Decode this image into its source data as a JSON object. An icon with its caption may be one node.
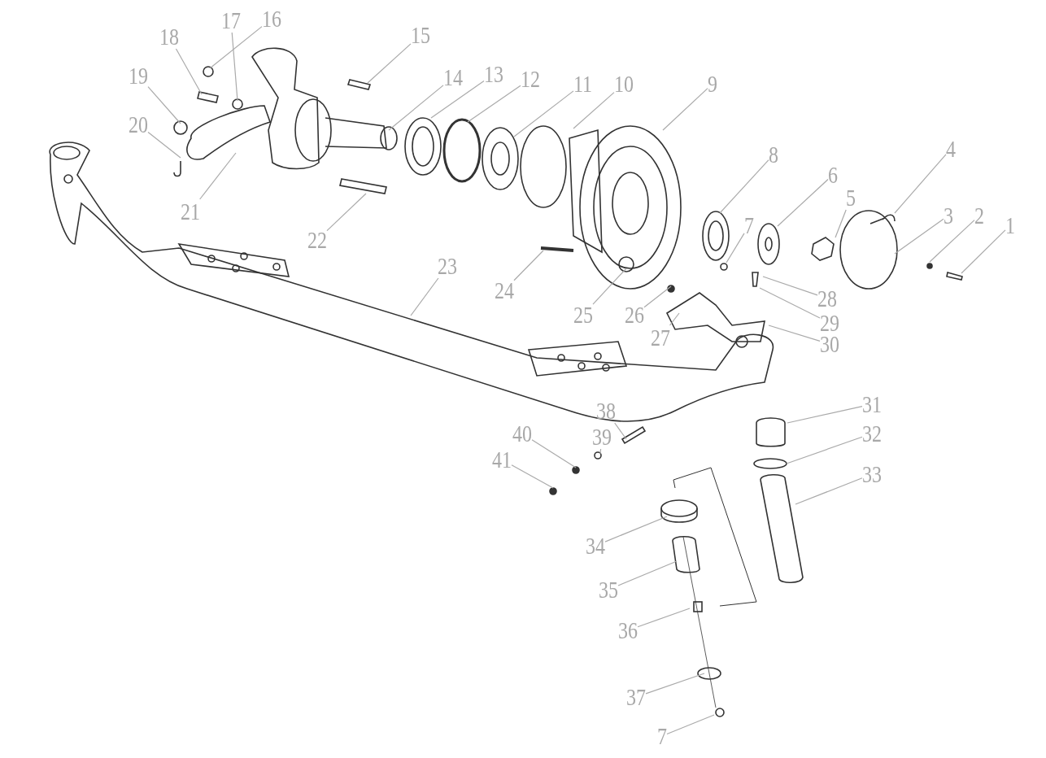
{
  "diagram": {
    "nodes": [
      {
        "text": [
          "1"
        ]
      },
      {
        "text": [
          "2"
        ]
      },
      {
        "text": [
          "3"
        ]
      },
      {
        "text": [
          "4"
        ]
      },
      {
        "text": [
          "5"
        ]
      },
      {
        "text": [
          "6"
        ]
      },
      {
        "text": [
          "7"
        ]
      },
      {
        "text": [
          "8"
        ]
      },
      {
        "text": [
          "9"
        ]
      },
      {
        "text": [
          "10"
        ]
      },
      {
        "text": [
          "11"
        ]
      },
      {
        "text": [
          "12"
        ]
      },
      {
        "text": [
          "13"
        ]
      },
      {
        "text": [
          "14"
        ]
      },
      {
        "text": [
          "15"
        ]
      },
      {
        "text": [
          "16"
        ]
      },
      {
        "text": [
          "17"
        ]
      },
      {
        "text": [
          "18"
        ]
      },
      {
        "text": [
          "19"
        ]
      },
      {
        "text": [
          "20"
        ]
      },
      {
        "text": [
          "21"
        ]
      },
      {
        "text": [
          "22"
        ]
      },
      {
        "text": [
          "23"
        ]
      },
      {
        "text": [
          "24"
        ]
      },
      {
        "text": [
          "25"
        ]
      },
      {
        "text": [
          "26"
        ]
      },
      {
        "text": [
          "27"
        ]
      },
      {
        "text": [
          "28"
        ]
      },
      {
        "text": [
          "29"
        ]
      },
      {
        "text": [
          "30"
        ]
      },
      {
        "text": [
          "31"
        ]
      },
      {
        "text": [
          "32"
        ]
      },
      {
        "text": [
          "33"
        ]
      },
      {
        "text": [
          "34"
        ]
      },
      {
        "text": [
          "35"
        ]
      },
      {
        "text": [
          "36"
        ]
      },
      {
        "text": [
          "37"
        ]
      },
      {
        "text": [
          "7"
        ]
      },
      {
        "text": [
          "38"
        ]
      },
      {
        "text": [
          "39"
        ]
      },
      {
        "text": [
          "40"
        ]
      },
      {
        "text": [
          "41"
        ]
      }
    ],
    "edges": [
      {
        "from": 0,
        "to": null,
        "arrow": "none"
      },
      {
        "from": 1,
        "to": null,
        "arrow": "none"
      },
      {
        "from": 2,
        "to": null,
        "arrow": "none"
      },
      {
        "from": 3,
        "to": null,
        "arrow": "none"
      },
      {
        "from": 4,
        "to": null,
        "arrow": "none"
      },
      {
        "from": 5,
        "to": null,
        "arrow": "none"
      },
      {
        "from": 6,
        "to": null,
        "arrow": "none"
      },
      {
        "from": 7,
        "to": null,
        "arrow": "none"
      },
      {
        "from": 8,
        "to": null,
        "arrow": "none"
      },
      {
        "from": 9,
        "to": null,
        "arrow": "none"
      },
      {
        "from": 10,
        "to": null,
        "arrow": "none"
      },
      {
        "from": 11,
        "to": null,
        "arrow": "none"
      },
      {
        "from": 12,
        "to": null,
        "arrow": "none"
      },
      {
        "from": 13,
        "to": null,
        "arrow": "none"
      },
      {
        "from": 14,
        "to": null,
        "arrow": "none"
      },
      {
        "from": 15,
        "to": null,
        "arrow": "none"
      },
      {
        "from": 16,
        "to": null,
        "arrow": "none"
      },
      {
        "from": 17,
        "to": null,
        "arrow": "none"
      },
      {
        "from": 18,
        "to": null,
        "arrow": "none"
      },
      {
        "from": 19,
        "to": null,
        "arrow": "none"
      },
      {
        "from": 20,
        "to": null,
        "arrow": "none"
      },
      {
        "from": 21,
        "to": null,
        "arrow": "none"
      },
      {
        "from": 22,
        "to": null,
        "arrow": "none"
      },
      {
        "from": 23,
        "to": null,
        "arrow": "none"
      },
      {
        "from": 24,
        "to": null,
        "arrow": "none"
      },
      {
        "from": 25,
        "to": null,
        "arrow": "none"
      },
      {
        "from": 26,
        "to": null,
        "arrow": "none"
      },
      {
        "from": 27,
        "to": null,
        "arrow": "none"
      },
      {
        "from": 28,
        "to": null,
        "arrow": "none"
      },
      {
        "from": 29,
        "to": null,
        "arrow": "none"
      },
      {
        "from": 30,
        "to": null,
        "arrow": "none"
      },
      {
        "from": 31,
        "to": null,
        "arrow": "none"
      },
      {
        "from": 32,
        "to": null,
        "arrow": "none"
      },
      {
        "from": 33,
        "to": null,
        "arrow": "none"
      },
      {
        "from": 34,
        "to": null,
        "arrow": "none"
      },
      {
        "from": 35,
        "to": null,
        "arrow": "none"
      },
      {
        "from": 36,
        "to": null,
        "arrow": "none"
      },
      {
        "from": 37,
        "to": null,
        "arrow": "none"
      },
      {
        "from": 38,
        "to": null,
        "arrow": "none"
      },
      {
        "from": 39,
        "to": null,
        "arrow": "none"
      },
      {
        "from": 40,
        "to": null,
        "arrow": "none"
      },
      {
        "from": 41,
        "to": null,
        "arrow": "none"
      }
    ]
  }
}
